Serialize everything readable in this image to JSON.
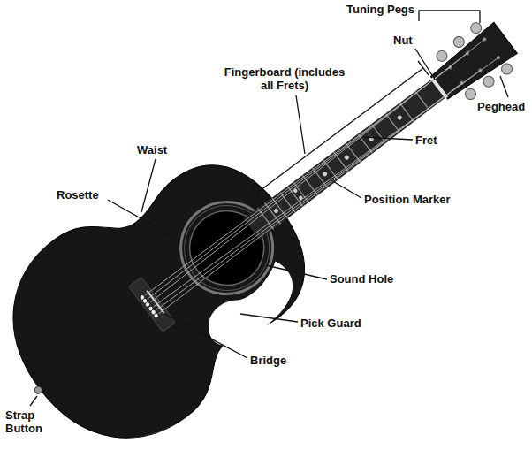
{
  "diagram": {
    "labels": [
      "Tuning Pegs",
      "Nut",
      "Fingerboard (includes all Frets)",
      "Peghead",
      "Fret",
      "Waist",
      "Rosette",
      "Position Marker",
      "Sound Hole",
      "Pick Guard",
      "Bridge",
      "Strap Button"
    ]
  }
}
